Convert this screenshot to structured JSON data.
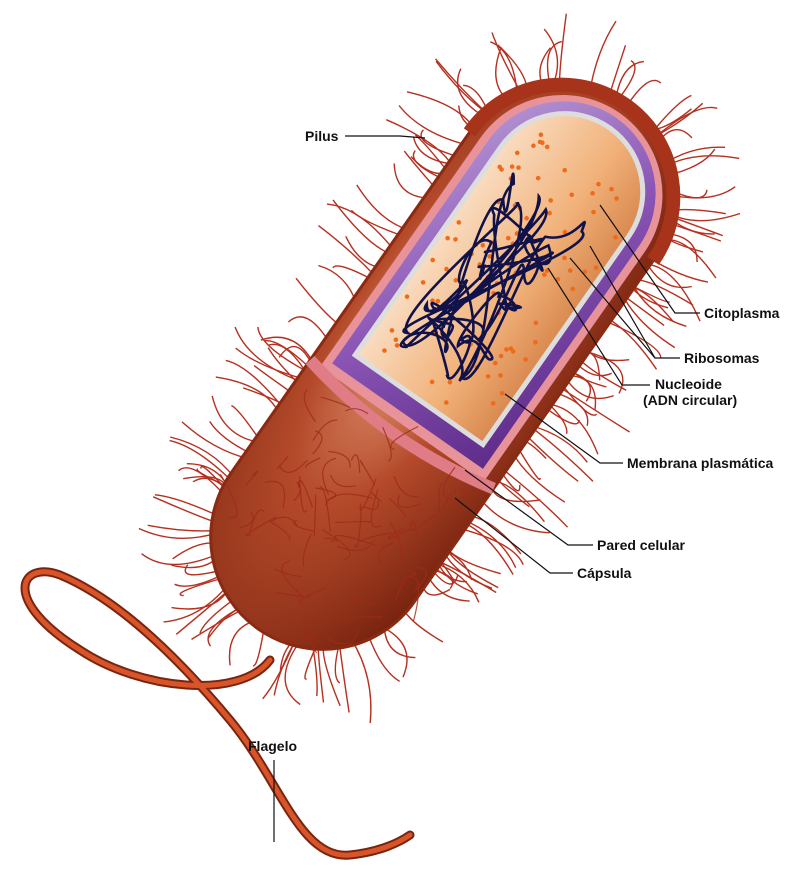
{
  "labels": {
    "pilus": "Pilus",
    "citoplasma": "Citoplasma",
    "ribosomas": "Ribosomas",
    "nucleoide": "Nucleoide",
    "adn_circular": "(ADN circular)",
    "membrana": "Membrana plasmática",
    "pared": "Pared celular",
    "capsula": "Cápsula",
    "flagelo": "Flagelo"
  },
  "colors": {
    "capsule": "#a6331a",
    "capsule_dark": "#6e1d0c",
    "wall": "#e0828a",
    "membrane": "#7d46a6",
    "membrane_light": "#b89ad6",
    "cytoplasm": "#f1b27a",
    "cytoplasm_light": "#f9dcc0",
    "ribosome": "#ef6a1b",
    "dna": "#12124a",
    "pili": "#b53020",
    "flagellum": "#c8421e"
  }
}
